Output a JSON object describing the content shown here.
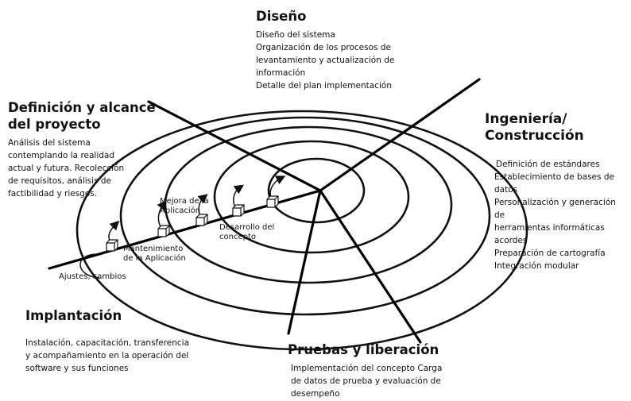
{
  "sections": {
    "diseno": {
      "title": "Diseño",
      "lines": [
        "Diseño del sistema",
        "Organización de los procesos de",
        "levantamiento y actualización de",
        "información",
        "Detalle del plan implementación"
      ]
    },
    "definicion": {
      "title_lines": [
        "Definición y alcance",
        "del proyecto"
      ],
      "lines": [
        "Análisis  del sistema",
        "contemplando la realidad",
        "actual y futura. Recolección",
        "de requisitos, análisis de",
        "factibilidad y riesgos."
      ]
    },
    "ingenieria": {
      "title_lines": [
        "Ingeniería/",
        "Construcción"
      ],
      "lines": [
        "Definición de estándares",
        "Establecimiento de bases de",
        "datos",
        "Personalización y generación de",
        "herramientas       informáticas",
        "acordes",
        "Preparación de cartografía",
        "Integración modular"
      ]
    },
    "implantacion": {
      "title": "Implantación",
      "lines": [
        "Instalación, capacitación, transferencia",
        "y acompañamiento en la operación del",
        "software y sus funciones"
      ]
    },
    "pruebas": {
      "title": "Pruebas y liberación",
      "lines": [
        "Implementación del concepto  Carga",
        "de datos de prueba y evaluación de",
        "desempeño"
      ]
    }
  },
  "spiral_labels": {
    "mejora": [
      "Mejora de la",
      "Aplicación"
    ],
    "desarrollo": [
      "Desarrollo del",
      "concepto"
    ],
    "mantenimiento": [
      "Mantenimiento",
      "de la Aplicación"
    ],
    "ajustes": "Ajustes, cambios"
  }
}
